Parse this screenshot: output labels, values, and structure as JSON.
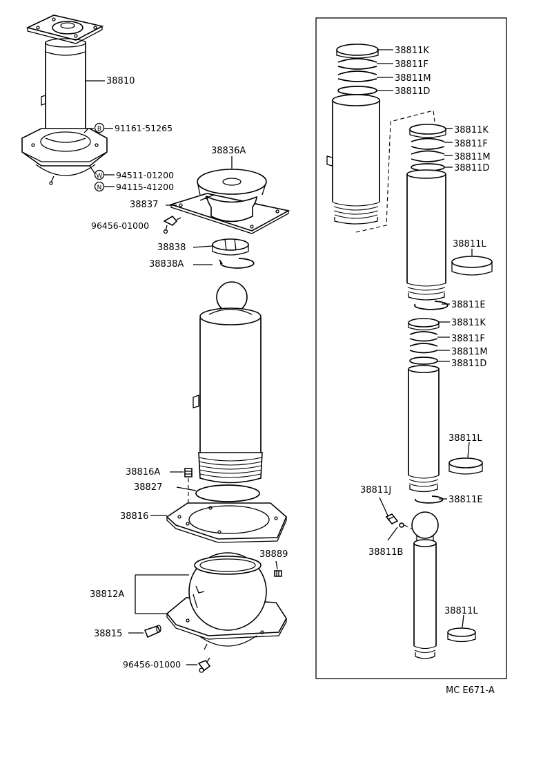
{
  "labels": {
    "p38810": "38810",
    "p91161": "91161-51265",
    "p94511": "94511-01200",
    "p94115": "94115-41200",
    "p38836A": "38836A",
    "p38837": "38837",
    "p96456_top": "96456-01000",
    "p38838": "38838",
    "p38838A": "38838A",
    "p38816A": "38816A",
    "p38827": "38827",
    "p38816": "38816",
    "p38889": "38889",
    "p38812A": "38812A",
    "p38815": "38815",
    "p96456_bottom": "96456-01000",
    "k1": "38811K",
    "f1": "38811F",
    "m1": "38811M",
    "d1": "38811D",
    "k2": "38811K",
    "f2": "38811F",
    "m2": "38811M",
    "d2": "38811D",
    "l1": "38811L",
    "e1": "38811E",
    "k3": "38811K",
    "f3": "38811F",
    "m3": "38811M",
    "d3": "38811D",
    "l2": "38811L",
    "j": "38811J",
    "e2": "38811E",
    "b": "38811B",
    "l3": "38811L"
  },
  "markers": {
    "b": "B",
    "w": "W",
    "n": "N"
  },
  "figure_code": "MC E671-A"
}
